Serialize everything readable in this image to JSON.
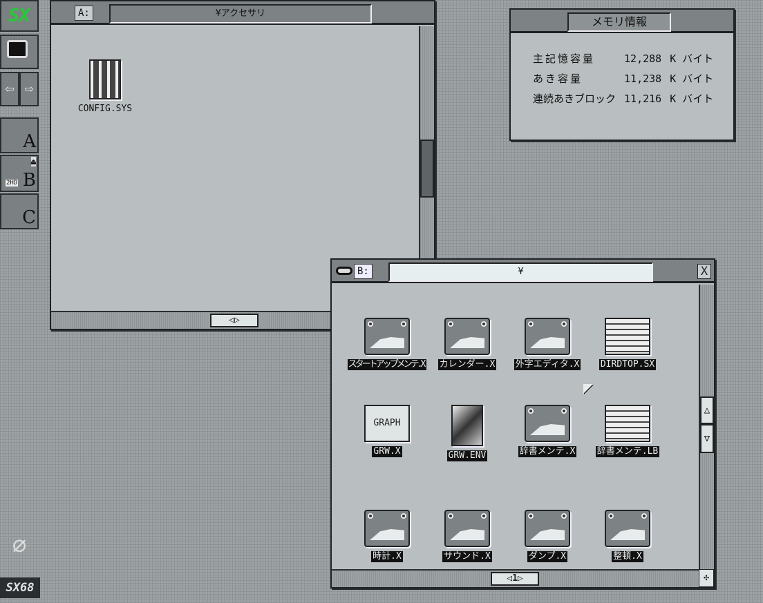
{
  "dock": {
    "logo": "SX",
    "drives": [
      "A",
      "B",
      "C"
    ],
    "floppy_label": "2HD",
    "bottom_logo": "SX68"
  },
  "window_a": {
    "drive": "A:",
    "title": "¥アクセサリ",
    "files": [
      {
        "name": "CONFIG.SYS",
        "icon": "config-icon"
      }
    ],
    "pager": "◁▷"
  },
  "memory": {
    "title": "メモリ情報",
    "rows": [
      {
        "label": "主記憶容量",
        "value": "12,288",
        "unit": "K バイト"
      },
      {
        "label": "あき容量",
        "value": "11,238",
        "unit": "K バイト"
      },
      {
        "label": "連続あきブロック",
        "value": "11,216",
        "unit": "K バイト"
      }
    ]
  },
  "window_b": {
    "drive": "B:",
    "title": "¥",
    "close": "X",
    "pager": "◁1▷",
    "files": [
      {
        "name": "スタートアップメンテ.X",
        "icon": "app-icon",
        "selected": true
      },
      {
        "name": "カレンダー.X",
        "icon": "app-icon",
        "selected": true
      },
      {
        "name": "外字エディタ.X",
        "icon": "app-icon",
        "selected": true
      },
      {
        "name": "DIRDTOP.SX",
        "icon": "cabinet-icon",
        "selected": true
      },
      {
        "name": "GRW.X",
        "icon": "graph-icon",
        "selected": true
      },
      {
        "name": "GRW.ENV",
        "icon": "picture-icon",
        "selected": true
      },
      {
        "name": "辞書メンテ.X",
        "icon": "app-icon",
        "selected": true
      },
      {
        "name": "辞書メンテ.LB",
        "icon": "library-icon",
        "selected": true
      },
      {
        "name": "時計.X",
        "icon": "app-icon",
        "selected": true
      },
      {
        "name": "サウンド.X",
        "icon": "app-icon",
        "selected": true
      },
      {
        "name": "ダンプ.X",
        "icon": "app-icon",
        "selected": true
      },
      {
        "name": "整頓.X",
        "icon": "app-icon",
        "selected": true
      }
    ]
  }
}
